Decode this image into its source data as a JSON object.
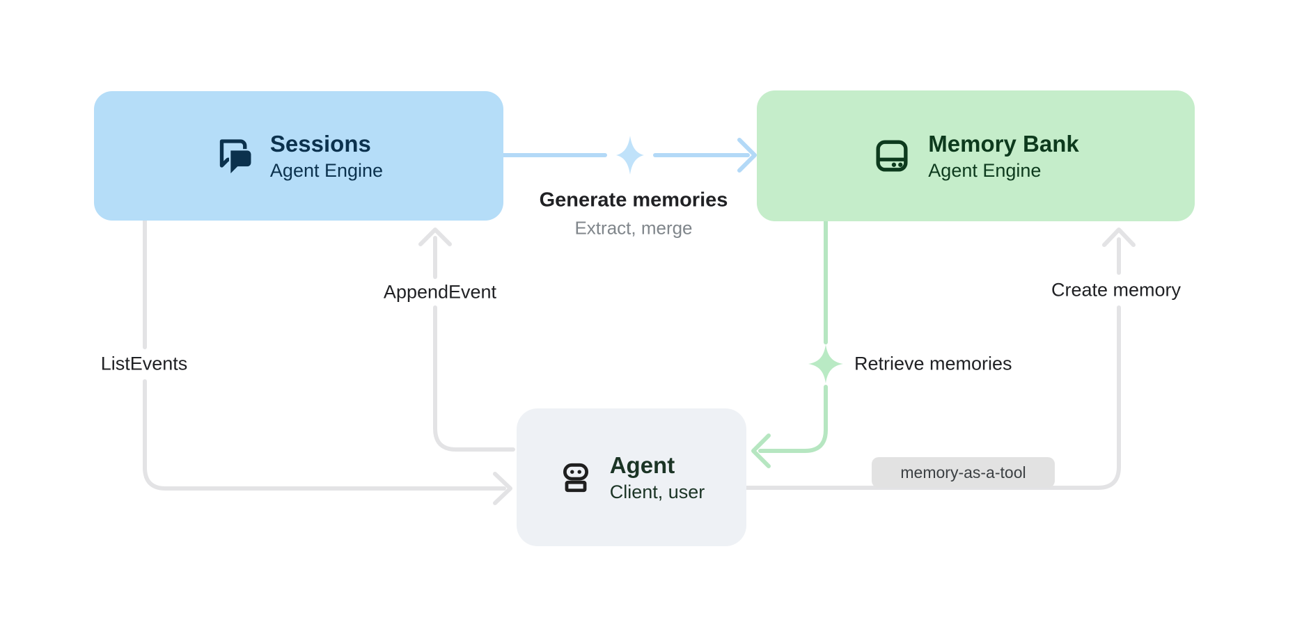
{
  "colors": {
    "page_bg": "#ffffff",
    "sessions_fill": "#b5ddf8",
    "sessions_text": "#0b314d",
    "memory_fill": "#c5edca",
    "memory_text": "#0d3a1d",
    "agent_fill": "#eef1f5",
    "agent_text": "#1b3425",
    "agent_icon": "#1f1f1f",
    "gray_edge": "#e3e3e5",
    "blue_edge": "#b3d9f7",
    "blue_sparkle": "#c0e2fa",
    "green_edge": "#b6e6c1",
    "green_sparkle": "#b9eac4",
    "label_text": "#202124",
    "sublabel_text": "#80868b",
    "badge_bg": "#e2e2e2",
    "badge_text": "#3c4043"
  },
  "nodes": {
    "sessions": {
      "title": "Sessions",
      "subtitle": "Agent Engine",
      "icon": "chat-icon"
    },
    "memory_bank": {
      "title": "Memory Bank",
      "subtitle": "Agent Engine",
      "icon": "storage-icon"
    },
    "agent": {
      "title": "Agent",
      "subtitle": "Client, user",
      "icon": "robot-icon"
    }
  },
  "edges": {
    "generate_memories": {
      "label": "Generate memories",
      "sublabel": "Extract, merge"
    },
    "append_event": {
      "label": "AppendEvent"
    },
    "list_events": {
      "label": "ListEvents"
    },
    "retrieve_memories": {
      "label": "Retrieve memories"
    },
    "create_memory": {
      "label": "Create memory",
      "badge": "memory-as-a-tool"
    }
  }
}
